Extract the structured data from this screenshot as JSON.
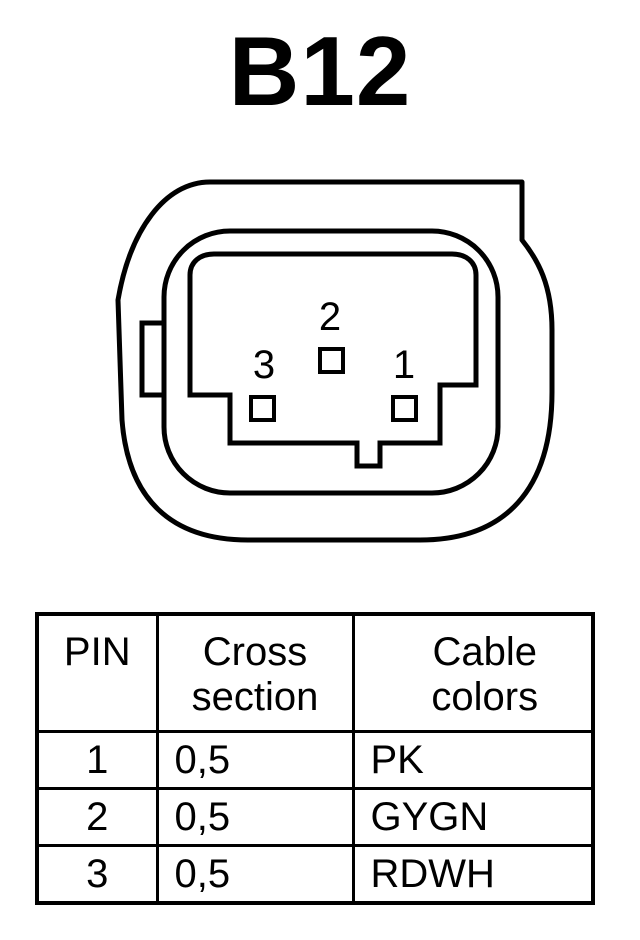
{
  "connector": {
    "id": "B12",
    "pins": [
      {
        "number": "1"
      },
      {
        "number": "2"
      },
      {
        "number": "3"
      }
    ]
  },
  "table": {
    "headers": {
      "pin": "PIN",
      "cross_section": [
        "Cross",
        "section"
      ],
      "cable_colors": [
        "Cable",
        "colors"
      ]
    },
    "rows": [
      {
        "pin": "1",
        "cross_section": "0,5",
        "cable_color": "PK"
      },
      {
        "pin": "2",
        "cross_section": "0,5",
        "cable_color": "GYGN"
      },
      {
        "pin": "3",
        "cross_section": "0,5",
        "cable_color": "RDWH"
      }
    ]
  }
}
